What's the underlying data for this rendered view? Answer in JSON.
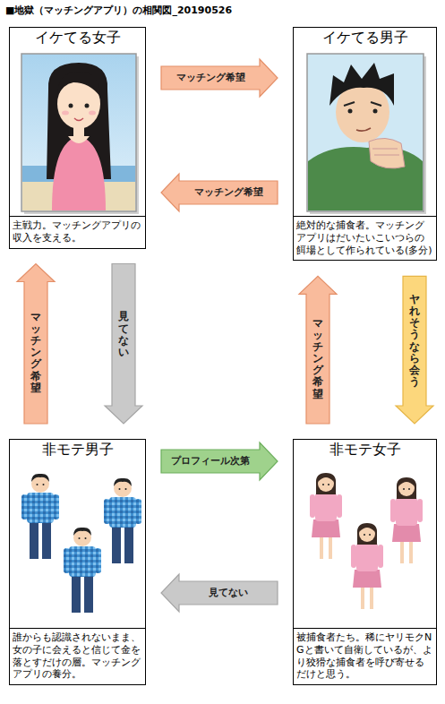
{
  "diagram": {
    "title": "■地獄（マッチングアプリ）の相関図_20190526",
    "nodes": [
      {
        "text": [
          "イケてる女子",
          "主戦力。マッチングアプリの収入を支える。"
        ]
      },
      {
        "text": [
          "イケてる男子",
          "絶対的な捕食者。マッチングアプリはだいたいこいつらの餌場として作られている(多分)"
        ]
      },
      {
        "text": [
          "非モテ男子",
          "誰からも認識されないまま、女の子に会えると信じて金を落とすだけの層。マッチングアプリの養分。"
        ]
      },
      {
        "text": [
          "非モテ女子",
          "被捕食者たち。稀にヤリモクNGと書いて自衛しているが、より狡猾な捕食者を呼び寄せるだけと思う。"
        ]
      }
    ],
    "edges": [
      {
        "from": 0,
        "to": 1,
        "label": "マッチング希望",
        "arrow": "to"
      },
      {
        "from": 1,
        "to": 0,
        "label": "マッチング希望",
        "arrow": "to"
      },
      {
        "from": 2,
        "to": 0,
        "label": "マッチング希望",
        "arrow": "to"
      },
      {
        "from": 0,
        "to": 2,
        "label": "見てない",
        "arrow": "to"
      },
      {
        "from": 3,
        "to": 1,
        "label": "マッチング希望",
        "arrow": "to"
      },
      {
        "from": 1,
        "to": 3,
        "label": "ヤれそうなら会う",
        "arrow": "to"
      },
      {
        "from": 2,
        "to": 3,
        "label": "プロフィール次第",
        "arrow": "to"
      },
      {
        "from": 3,
        "to": 2,
        "label": "見てない",
        "arrow": "to"
      }
    ]
  }
}
